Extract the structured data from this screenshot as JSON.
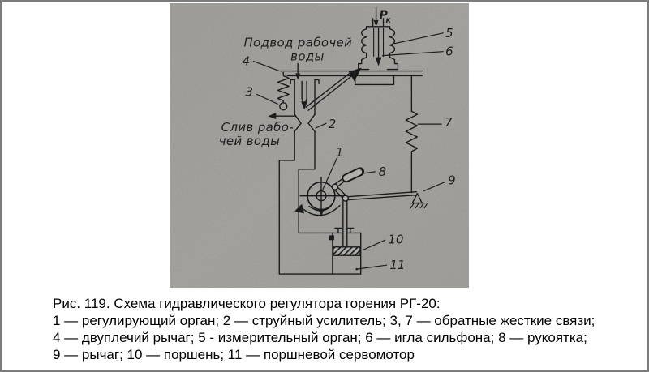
{
  "colors": {
    "paper": "#b2b0ab",
    "ink": "#1b1b1b",
    "page_bg": "#ffffff",
    "border": "#7c7c7c"
  },
  "diagram": {
    "pressure_label": "Р",
    "pressure_sub": "к",
    "supply_text_1": "Подвод рабочей",
    "supply_text_2": "воды",
    "drain_text_1": "Слив рабо-",
    "drain_text_2": "чей воды",
    "callouts": {
      "c1": "1",
      "c2": "2",
      "c3": "3",
      "c4": "4",
      "c5": "5",
      "c6": "6",
      "c7": "7",
      "c8": "8",
      "c9": "9",
      "c10": "10",
      "c11": "11"
    }
  },
  "caption": {
    "lines": [
      "Рис. 119. Схема гидравлического регулятора горения РГ-20:",
      "1 — регулирующий орган; 2 — струйный усилитель; 3, 7 — обратные жесткие связи;",
      "4 — двуплечий рычаг; 5 - измерительный орган; 6 — игла сильфона; 8 — рукоятка;",
      "9 — рычаг; 10 — поршень; 11 — поршневой сервомотор"
    ]
  }
}
